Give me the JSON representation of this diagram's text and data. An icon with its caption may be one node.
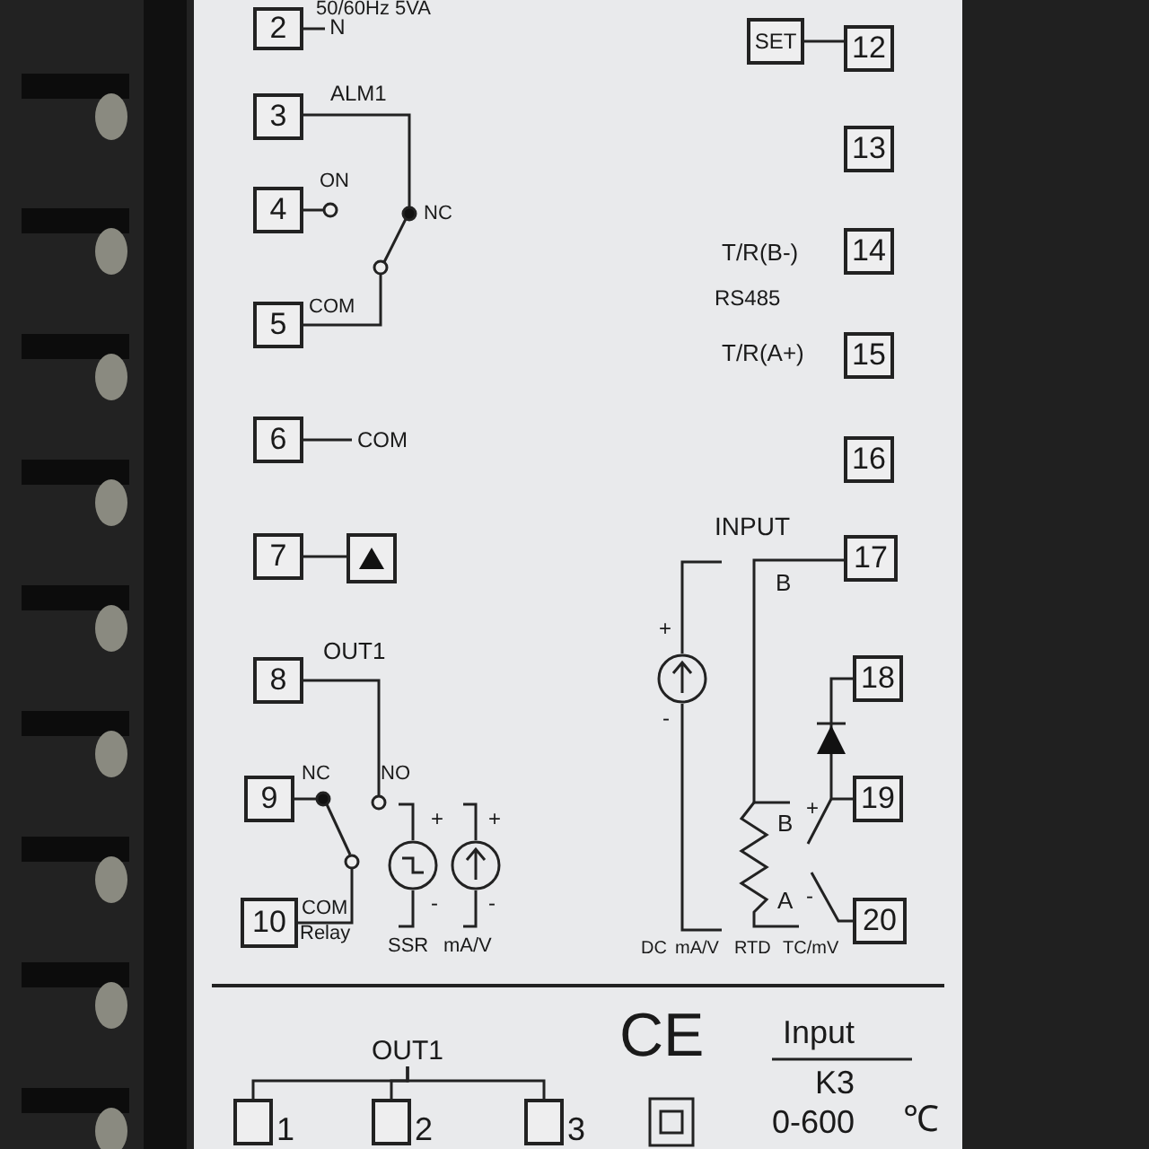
{
  "diagram": {
    "nodes": [
      {
        "text": [
          "2"
        ]
      },
      {
        "text": [
          "N"
        ]
      },
      {
        "text": [
          "3"
        ]
      },
      {
        "text": [
          "4"
        ]
      },
      {
        "text": [
          "5"
        ]
      },
      {
        "text": [
          "6"
        ]
      },
      {
        "text": [
          "COM"
        ]
      },
      {
        "text": [
          "7"
        ]
      },
      {
        "text": [],
        "shape": "box"
      },
      {
        "text": [
          "8"
        ]
      },
      {
        "text": [
          "9"
        ]
      },
      {
        "text": [
          "10"
        ],
        "beside": [
          "COM",
          "Relay"
        ]
      },
      {
        "text": [
          "SET"
        ]
      },
      {
        "text": [
          "12"
        ]
      },
      {
        "text": [
          "13"
        ]
      },
      {
        "text": [
          "14"
        ]
      },
      {
        "text": [
          "15"
        ]
      },
      {
        "text": [
          "16"
        ]
      },
      {
        "text": [
          "17"
        ]
      },
      {
        "text": [
          "18"
        ]
      },
      {
        "text": [
          "19"
        ]
      },
      {
        "text": [
          "20"
        ]
      },
      {
        "text": [
          "OUT1"
        ]
      },
      {
        "text": [],
        "shape": "box",
        "beside": [
          "1"
        ]
      },
      {
        "text": [],
        "shape": "box",
        "beside": [
          "2"
        ]
      },
      {
        "text": [],
        "shape": "box",
        "beside": [
          "3"
        ]
      }
    ],
    "edges": [
      {
        "from": 0,
        "to": 1,
        "arrow": "none"
      },
      {
        "from": 5,
        "to": 6,
        "arrow": "none"
      },
      {
        "from": 7,
        "to": 8,
        "arrow": "none"
      },
      {
        "from": 12,
        "to": 13,
        "arrow": "none"
      },
      {
        "from": 22,
        "to": 23,
        "arrow": "none"
      },
      {
        "from": 22,
        "to": 24,
        "arrow": "none"
      },
      {
        "from": 22,
        "to": 25,
        "arrow": "none"
      }
    ],
    "labels": [
      "50/60Hz 5VA",
      "ALM1",
      "ON",
      "NC",
      "COM",
      "T/R(B-)",
      "RS485",
      "T/R(A+)",
      "INPUT",
      "B",
      "+",
      "-",
      "OUT1",
      "NC",
      "NO",
      "+",
      "-",
      "+",
      "-",
      "SSR",
      "mA/V",
      "B",
      "+",
      "A",
      "-",
      "DC",
      "mA/V",
      "RTD",
      "TC/mV",
      "CE",
      "Input",
      "K3",
      "0-600",
      "℃"
    ]
  }
}
